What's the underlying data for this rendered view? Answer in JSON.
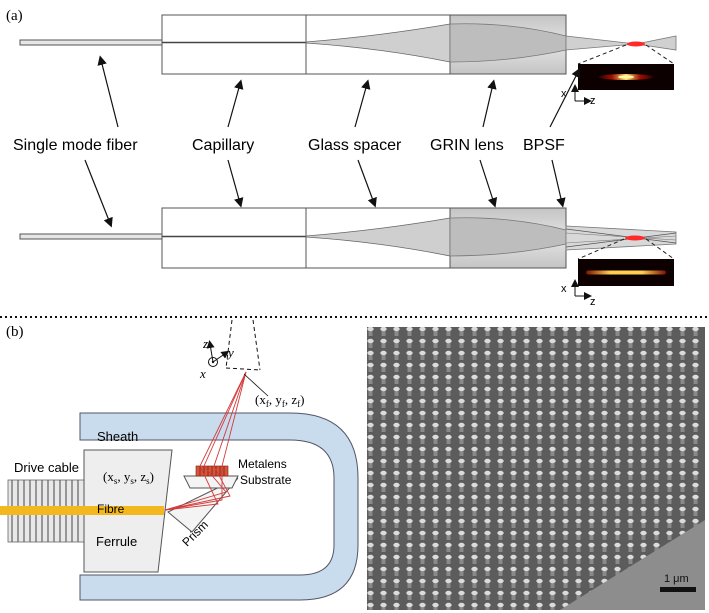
{
  "panel_a": {
    "tag": "(a)",
    "labels": {
      "fiber": "Single mode fiber",
      "capillary": "Capillary",
      "spacer": "Glass spacer",
      "grin": "GRIN lens",
      "bpsf": "BPSF"
    },
    "inset_axes": {
      "x": "x",
      "z": "z"
    }
  },
  "panel_b": {
    "tag": "(b)",
    "labels": {
      "sheath": "Sheath",
      "drive_cable": "Drive cable",
      "fibre": "Fibre",
      "ferrule": "Ferrule",
      "prism": "Prism",
      "metalens": "Metalens",
      "substrate": "Substrate"
    },
    "axes": {
      "z": "z",
      "y": "y",
      "x": "x"
    },
    "source_point": {
      "open": "(x",
      "sub": "s",
      "sep": ", y",
      "sep2": ", z",
      "close": ")"
    },
    "focus_point": {
      "open": "(x",
      "sub": "f",
      "sep": ", y",
      "sep2": ", z",
      "close": ")"
    },
    "scale_bar": "1 μm"
  },
  "colors": {
    "outline": "#555555",
    "gray_fill": "#d6d6d6",
    "sheath": "#c9dcee",
    "fibre": "#f2b81d",
    "ray": "#d23a3a",
    "focus": "#ff2a2a"
  }
}
